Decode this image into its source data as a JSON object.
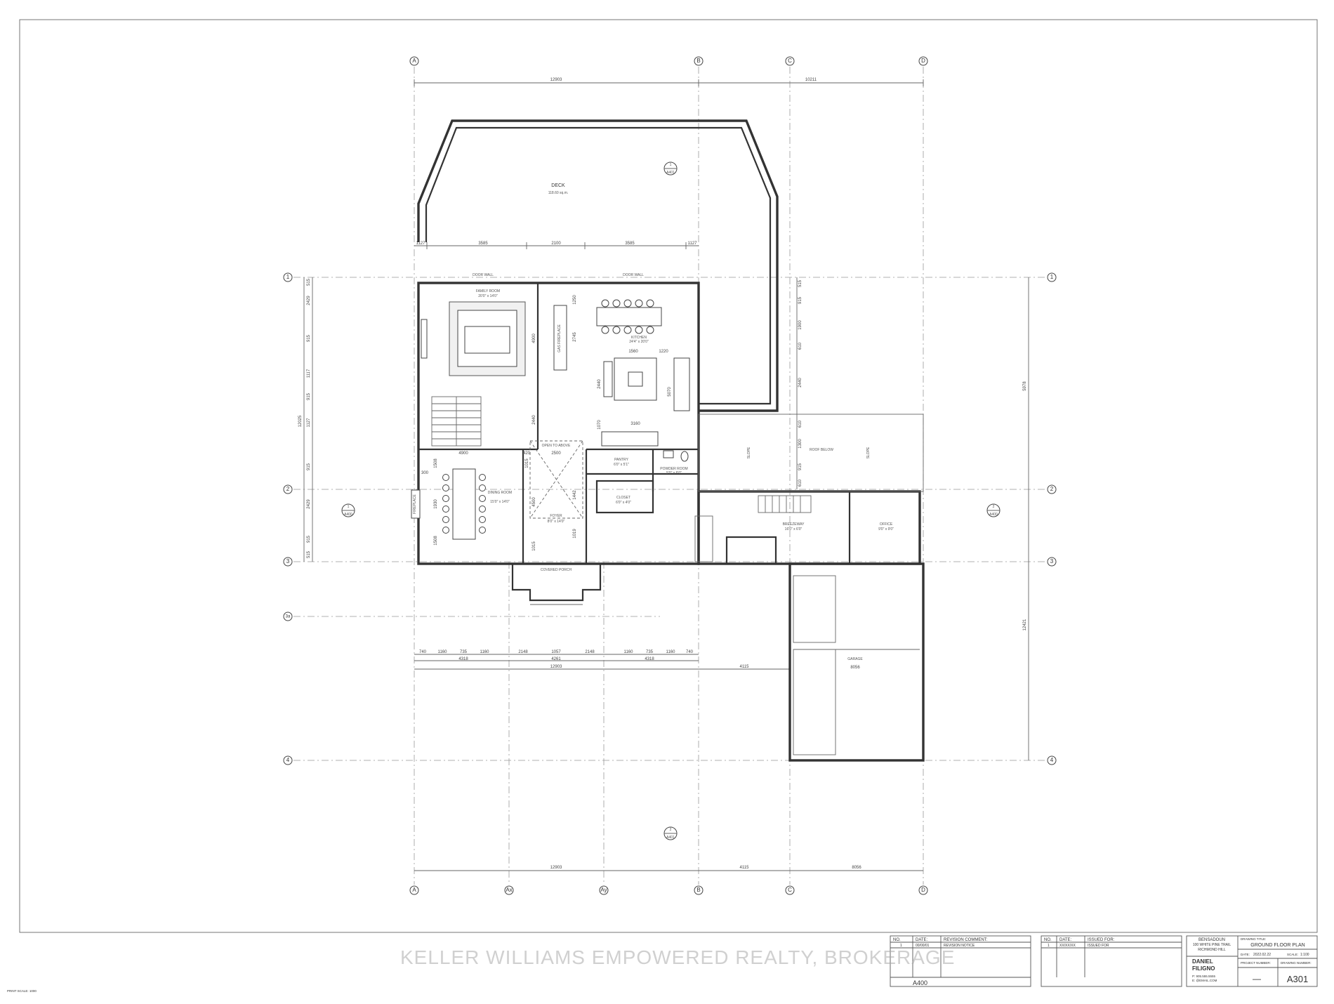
{
  "sheet": {
    "drawing_title": "GROUND FLOOR PLAN",
    "drawing_title_label": "DRAWING TITLE:",
    "sheet_number": "A301",
    "sheet_number_label": "DRAWING NUMBER:",
    "project_number": "—",
    "project_number_label": "PROJECT NUMBER:",
    "date_label": "DATE:",
    "date": "2022.02.22",
    "scale_label": "SCALE:",
    "scale": "1:100",
    "footer_ref": "A400",
    "print_note": "PRINT SCALE: 1000"
  },
  "project": {
    "client": "BENSADOUN",
    "address_line1": "100 WHITE PINE TRAIL",
    "address_line2": "RICHMOND HILL",
    "designer_line1": "DANIEL",
    "designer_line2": "FILIGNO",
    "designer_phone": "P: 905.555.5555",
    "designer_email": "E: @EMAIL.COM"
  },
  "revisions": {
    "headers": [
      "NO.",
      "DATE:",
      "REVISION COMMENT:"
    ],
    "rows": [
      [
        "1",
        "00/00/01",
        "REVISION NOTICE"
      ]
    ]
  },
  "issues": {
    "headers": [
      "NO.",
      "DATE:",
      "ISSUED FOR:"
    ],
    "rows": [
      [
        "1",
        "XX/XX/XX",
        "ISSUED FOR"
      ]
    ]
  },
  "watermark": "KELLER WILLIAMS EMPOWERED REALTY, BROKERAGE",
  "grid": {
    "columns_top": [
      "A",
      "B",
      "C",
      "D"
    ],
    "columns_bottom": [
      "A",
      "Ax",
      "Ay",
      "B",
      "C",
      "D"
    ],
    "rows": [
      "1",
      "2",
      "3",
      "3a",
      "4"
    ]
  },
  "rooms": {
    "deck": "DECK",
    "deck_area": "118.60 sq.m.",
    "family_room": "FAMILY ROOM",
    "family_room_size": "20'0\" x 14'0\"",
    "kitchen": "KITCHEN",
    "kitchen_size": "24'4\" x 20'0\"",
    "dining_room": "DINING ROOM",
    "dining_room_size": "15'0\" x 14'0\"",
    "foyer": "FOYER",
    "foyer_size": "8'0\" x 14'0\"",
    "open_to_above": "OPEN TO ABOVE",
    "pantry": "PANTRY",
    "pantry_size": "6'0\" x 5'1\"",
    "powder_room": "POWDER ROOM",
    "powder_room_size": "5'0\" x 6'0\"",
    "closet": "CLOSET",
    "closet_size": "6'0\" x 4'0\"",
    "breezeway": "BREEZEWAY",
    "breezeway_size": "16'0\" x 6'0\"",
    "office": "OFFICE",
    "office_size": "9'0\" x 9'0\"",
    "garage": "GARAGE",
    "covered_porch": "COVERED PORCH",
    "roof_below": "ROOF BELOW",
    "slope": "SLOPE",
    "door_wall": "DOOR WALL",
    "gas_fireplace": "GAS FIREPLACE",
    "fireplace": "FIREPLACE"
  },
  "section_marks": {
    "top": {
      "num": "1",
      "sheet": "A401"
    },
    "bottom": {
      "num": "2",
      "sheet": "A401"
    },
    "left": {
      "num": "1",
      "sheet": "A400"
    },
    "right": {
      "num": "2",
      "sheet": "A400"
    }
  },
  "dims": {
    "top_overall": [
      "12903",
      "10211"
    ],
    "top_deck": [
      "1127",
      "3585",
      "2100",
      "3585",
      "1127"
    ],
    "bottom_detail": [
      "740",
      "1160",
      "735",
      "1160",
      "2148",
      "1057",
      "2148",
      "1160",
      "735",
      "1160",
      "740"
    ],
    "bottom_sub": [
      "4318",
      "4261",
      "4318"
    ],
    "bottom_overall": [
      "12903",
      "4115"
    ],
    "bottom_grid": [
      "12903",
      "4115",
      "8056"
    ],
    "left_overall": "12025",
    "left_chain": [
      "515",
      "2429",
      "915",
      "1117",
      "915",
      "1127",
      "915",
      "2429",
      "915",
      "515"
    ],
    "right_upper": "5978",
    "right_lower": "12421",
    "right_chain": [
      "515",
      "915",
      "1900",
      "610",
      "2440",
      "610",
      "1300",
      "915",
      "610"
    ],
    "kitchen": [
      "1560",
      "1220",
      "2440",
      "3160",
      "1070",
      "5070"
    ],
    "family": [
      "4900",
      "2440",
      "1250",
      "2745"
    ],
    "dining": [
      "4900",
      "1508",
      "1930",
      "1508",
      "300"
    ],
    "foyer": [
      "2500",
      "420",
      "4500",
      "1442",
      "1019",
      "1015",
      "1015"
    ],
    "garage": "8056"
  }
}
